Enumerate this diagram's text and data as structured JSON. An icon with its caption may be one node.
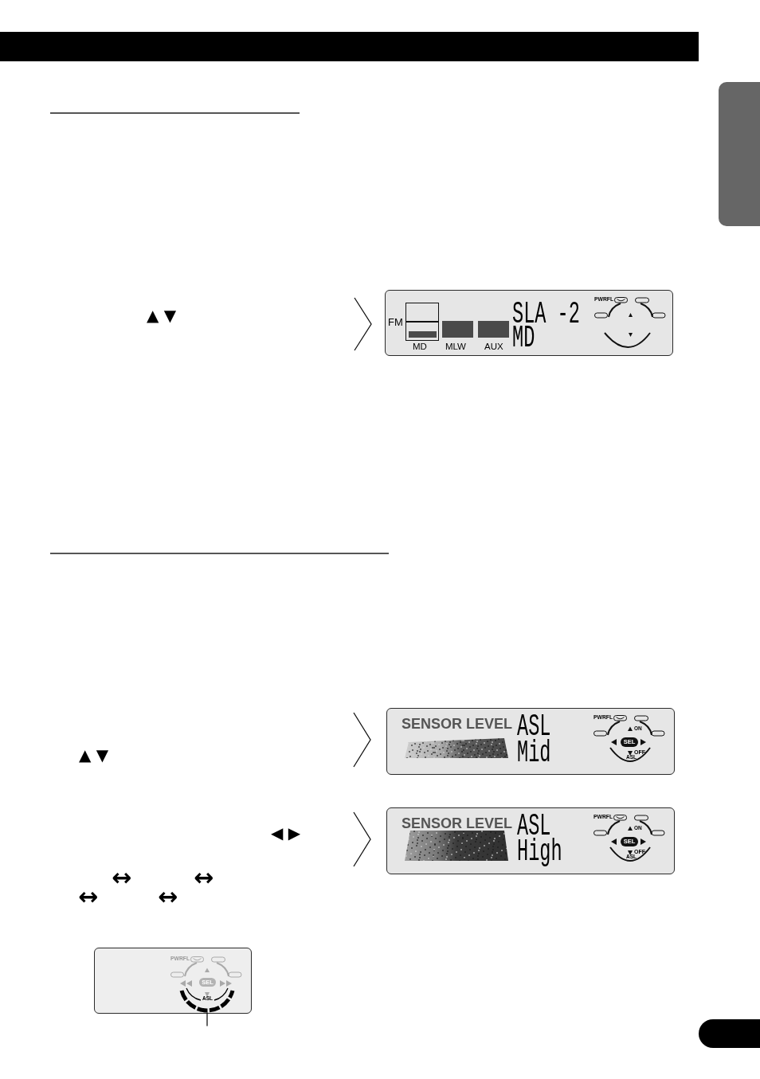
{
  "diagram": {
    "nodes": [
      {
        "text": [],
        "shape": "tab"
      },
      {
        "text": [
          "FM",
          "MD",
          "MLW",
          "AUX",
          "SLA -2",
          "MD",
          "PWRFL"
        ]
      },
      {
        "text": [
          "SENSOR LEVEL",
          "ASL",
          "Mid",
          "PWRFL",
          "ON",
          "OFF",
          "ASL"
        ]
      },
      {
        "text": [
          "SEL"
        ],
        "in": 2
      },
      {
        "text": [
          "SENSOR LEVEL",
          "ASL",
          "High",
          "PWRFL",
          "ON",
          "OFF",
          "ASL"
        ]
      },
      {
        "text": [
          "SEL"
        ],
        "in": 4
      },
      {
        "text": [
          "PWRFL"
        ]
      },
      {
        "text": [
          "SEL"
        ],
        "in": 6
      },
      {
        "text": [
          "ASL"
        ],
        "in": 6
      }
    ],
    "edges": [
      {
        "from": null,
        "to": 8,
        "arrow": "none"
      }
    ],
    "labels": [
      "▲ ▼",
      "▲ ▼",
      "◀ ▶",
      "↔",
      "↔",
      "↔",
      "↔"
    ]
  }
}
